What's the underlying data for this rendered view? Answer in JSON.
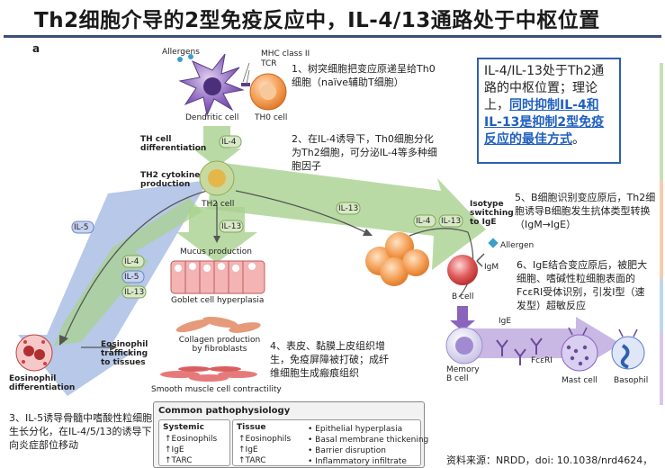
{
  "title": "Th2细胞介导的2型免疫反应中，IL-4/13通路处于中枢位置",
  "panel_label": "a",
  "colors": {
    "accent_blue": "#2e5fb0",
    "green_arrow": "#a9d18e",
    "blue_arrow": "#9fb6e2",
    "purple_arrow": "#b49ad8",
    "highlight": "#1f5fbf"
  },
  "callout": {
    "plain": "IL-4/IL-13处于Th2通路的中枢位置；理论上，",
    "highlight": "同时抑制IL-4和IL-13是抑制2型免疫反应的最佳方式",
    "end": "。"
  },
  "steps": {
    "s1": "1、树突细胞把变应原递呈给Th0细胞（naïve辅助T细胞）",
    "s2": "2、在IL-4诱导下，Th0细胞分化为Th2细胞，可分泌IL-4等多种细胞因子",
    "s3": "3、IL-5诱导骨髓中嗜酸性粒细胞生长分化，在IL-4/5/13的诱导下向炎症部位移动",
    "s4": "4、表皮、黏膜上皮组织增生，免疫屏障被打破；成纤维细胞生成瘢痕组织",
    "s5": "5、B细胞识别变应原后，Th2细胞诱导B细胞发生抗体类型转换（IgM→IgE）",
    "s6": "6、IgE结合变应原后，被肥大细胞、嗜碱性粒细胞表面的FcεRI受体识别，引发I型（速发型）超敏反应"
  },
  "labels": {
    "allergens_top": "Allergens",
    "mhc": "MHC class II",
    "tcr": "TCR",
    "dendritic": "Dendritic cell",
    "th0": "TH0 cell",
    "th_diff": "TH cell differentiation",
    "th2_prod": "TH2 cytokine production",
    "th2": "TH2 cell",
    "il4": "IL-4",
    "il5": "IL-5",
    "il13": "IL-13",
    "mucus": "Mucus production",
    "goblet": "Goblet cell hyperplasia",
    "collagen": "Collagen production by fibroblasts",
    "smooth": "Smooth muscle cell contractility",
    "eos_traffic": "Eosinophil trafficking to tissues",
    "eos_diff": "Eosinophil differentiation",
    "isotype": "Isotype switching to IgE",
    "allergen": "Allergen",
    "igm": "IgM",
    "bcell": "B cell",
    "memory": "Memory B cell",
    "ige": "IgE",
    "fceri": "FcεRI",
    "mast": "Mast cell",
    "basophil": "Basophil"
  },
  "patho": {
    "header": "Common pathophysiology",
    "systemic_title": "Systemic",
    "systemic": [
      "↑Eosinophils",
      "↑IgE",
      "↑TARC"
    ],
    "tissue_title": "Tissue",
    "tissue_left": [
      "↑Eosinophils",
      "↑IgE",
      "↑TARC"
    ],
    "tissue_right": [
      "Epithelial hyperplasia",
      "Basal membrane thickening",
      "Barrier disruption",
      "Inflammatory infiltrate"
    ]
  },
  "source": "资料来源：NRDD，doi: 10.1038/nrd4624，"
}
